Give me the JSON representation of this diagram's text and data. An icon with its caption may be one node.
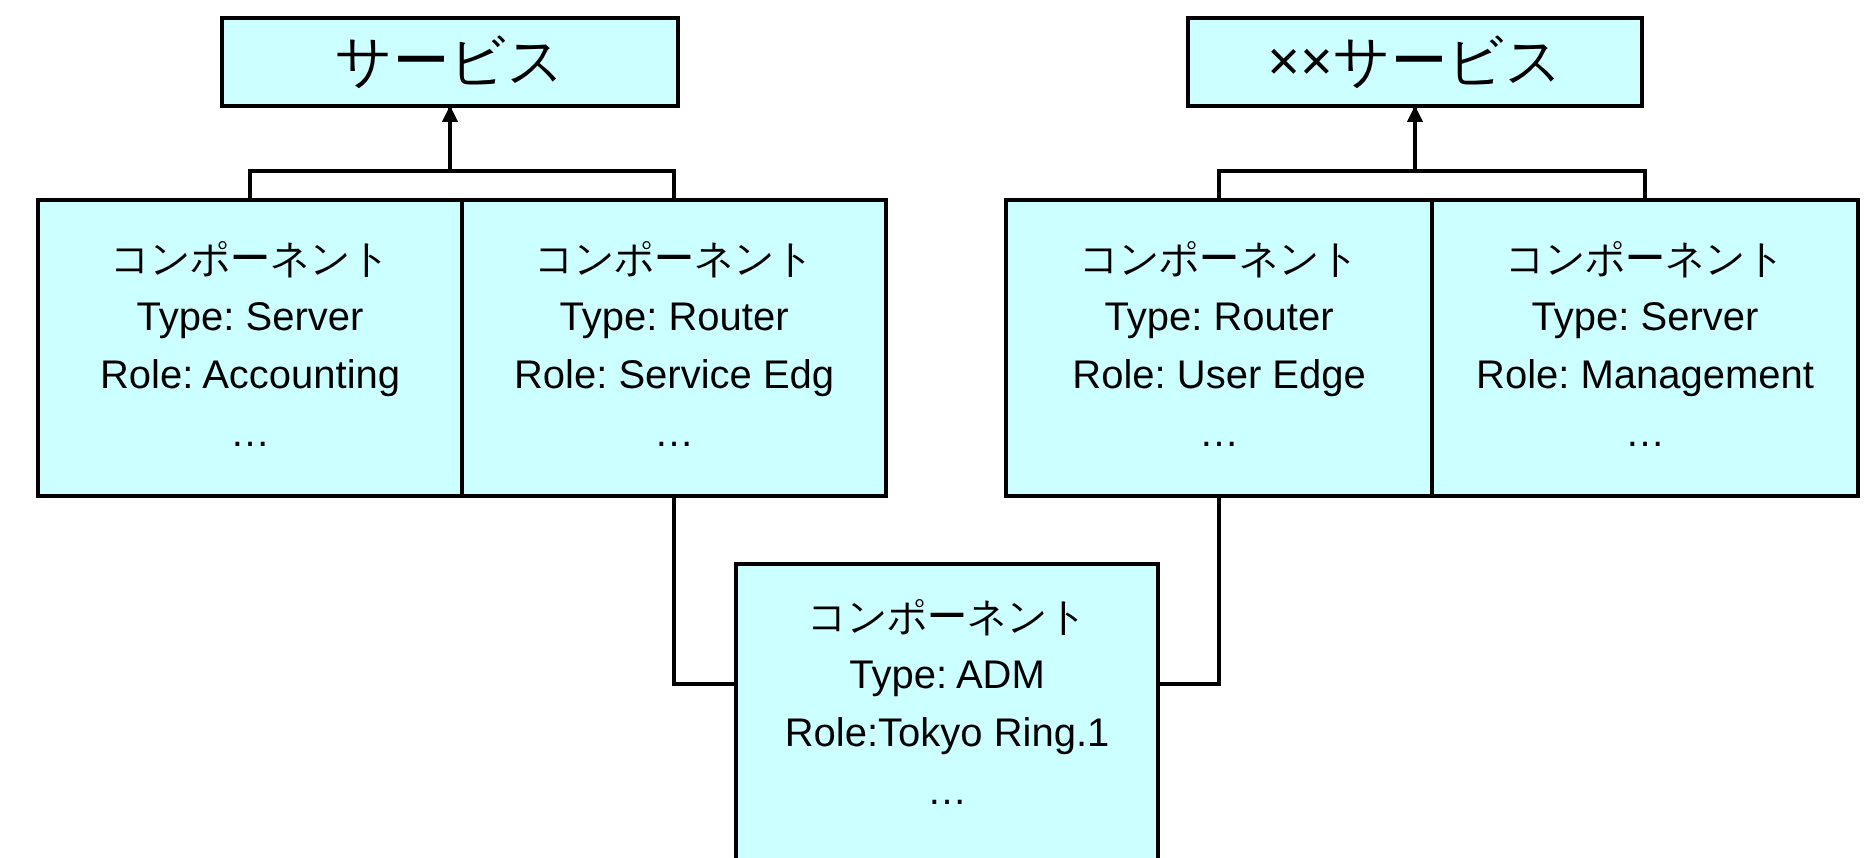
{
  "diagram": {
    "nodes": [
      {
        "text": [
          "サービス"
        ]
      },
      {
        "text": [
          "××サービス"
        ]
      },
      {
        "text": [
          "コンポーネント",
          "Type: Server",
          "Role: Accounting",
          "…"
        ]
      },
      {
        "text": [
          "コンポーネント",
          "Type: Router",
          "Role: Service Edg",
          "…"
        ]
      },
      {
        "text": [
          "コンポーネント",
          "Type: Router",
          "Role: User Edge",
          "…"
        ]
      },
      {
        "text": [
          "コンポーネント",
          "Type: Server",
          "Role: Management",
          "…"
        ]
      },
      {
        "text": [
          "コンポーネント",
          "Type: ADM",
          "Role:Tokyo Ring.1",
          "…"
        ]
      }
    ],
    "edges": [
      {
        "from": 2,
        "to": 0,
        "arrow": "to"
      },
      {
        "from": 3,
        "to": 0,
        "arrow": "to"
      },
      {
        "from": 4,
        "to": 1,
        "arrow": "to"
      },
      {
        "from": 5,
        "to": 1,
        "arrow": "to"
      },
      {
        "from": 3,
        "to": 6,
        "arrow": "none"
      },
      {
        "from": 6,
        "to": 4,
        "arrow": "none"
      }
    ]
  }
}
